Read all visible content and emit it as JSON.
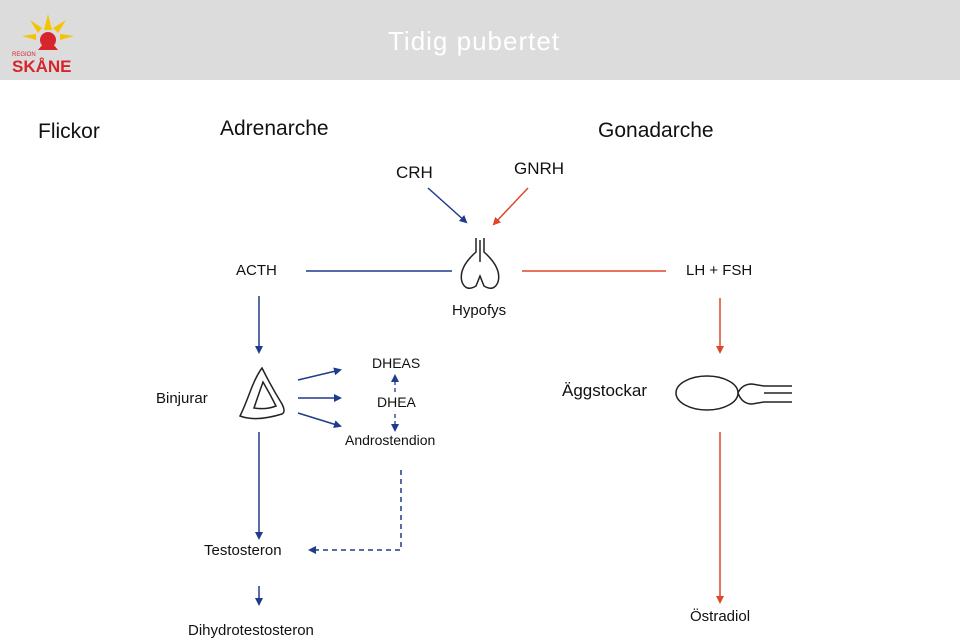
{
  "header": {
    "title": "Tidig pubertet",
    "logo_small": "REGION",
    "logo_big": "SKÅNE"
  },
  "labels": {
    "flickor": "Flickor",
    "adrenarche": "Adrenarche",
    "gonadarche": "Gonadarche",
    "crh": "CRH",
    "gnrh": "GNRH",
    "acth": "ACTH",
    "lhfsh": "LH + FSH",
    "hypofys": "Hypofys",
    "binjurar": "Binjurar",
    "dheas": "DHEAS",
    "dhea": "DHEA",
    "androstendion": "Androstendion",
    "aggstockar": "Äggstockar",
    "testosteron": "Testosteron",
    "dihydrotestosteron": "Dihydrotestosteron",
    "ostradiol": "Östradiol"
  },
  "colors": {
    "adrenal_path": "#1f3b8c",
    "gonadal_path": "#e0472a",
    "logo_yellow": "#f5c400",
    "logo_red": "#d7262b",
    "header_bg": "#dcdcdc"
  }
}
